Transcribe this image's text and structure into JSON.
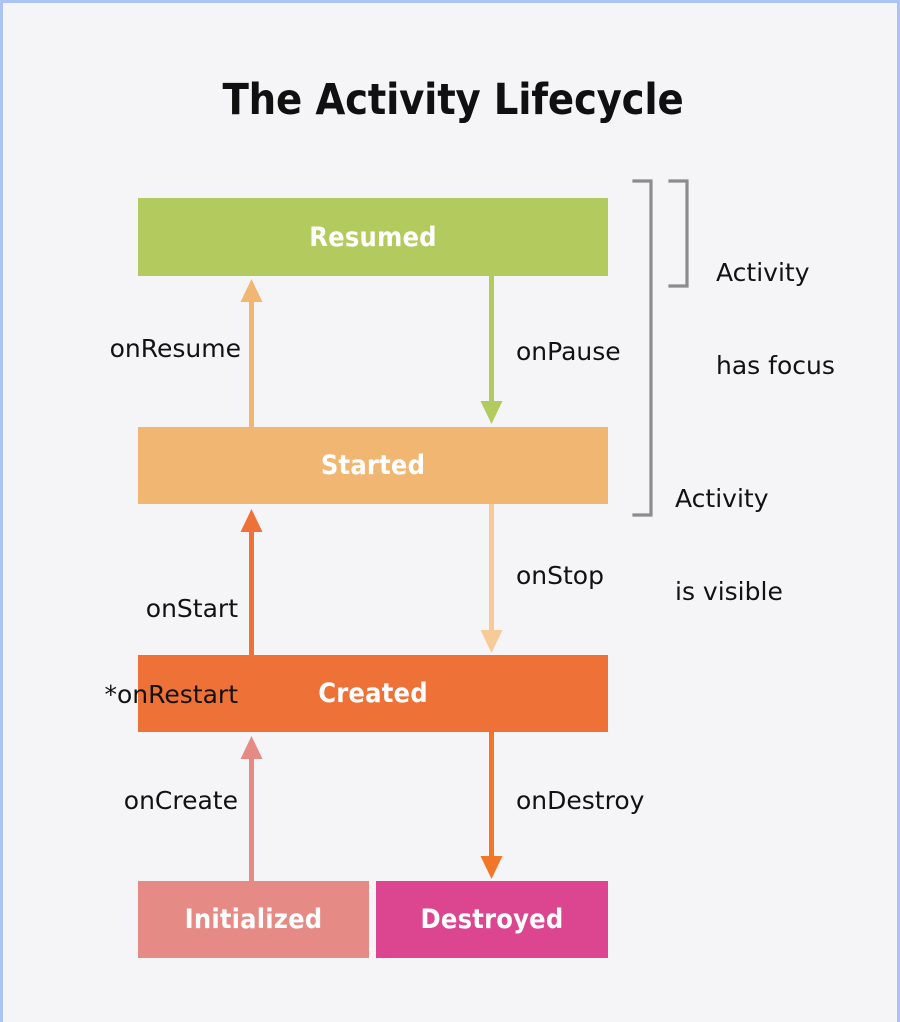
{
  "page": {
    "title": "The Activity Lifecycle",
    "background_color": "#f5f4f7",
    "border_color": "#a9c4f5"
  },
  "diagram": {
    "type": "state-lifecycle-flowchart",
    "states": [
      {
        "id": "resumed",
        "label": "Resumed",
        "color": "#b3cb5e",
        "text_color": "#ffffff"
      },
      {
        "id": "started",
        "label": "Started",
        "color": "#f2b673",
        "text_color": "#ffffff"
      },
      {
        "id": "created",
        "label": "Created",
        "color": "#ee7138",
        "text_color": "#ffffff"
      },
      {
        "id": "initialized",
        "label": "Initialized",
        "color": "#e58a84",
        "text_color": "#ffffff"
      },
      {
        "id": "destroyed",
        "label": "Destroyed",
        "color": "#dc4590",
        "text_color": "#ffffff"
      }
    ],
    "transitions": [
      {
        "id": "onresume",
        "label": "onResume",
        "from": "started",
        "to": "resumed",
        "direction": "up",
        "color": "#f2b673"
      },
      {
        "id": "onpause",
        "label": "onPause",
        "from": "resumed",
        "to": "started",
        "direction": "down",
        "color": "#b3cb5e"
      },
      {
        "id": "onstart",
        "label": "onStart\n*onRestart",
        "from": "created",
        "to": "started",
        "direction": "up",
        "color": "#ee7138"
      },
      {
        "id": "onstop",
        "label": "onStop",
        "from": "started",
        "to": "created",
        "direction": "down",
        "color": "#f7cb95"
      },
      {
        "id": "oncreate",
        "label": "onCreate",
        "from": "initialized",
        "to": "created",
        "direction": "up",
        "color": "#e58a84"
      },
      {
        "id": "ondestroy",
        "label": "onDestroy",
        "from": "created",
        "to": "destroyed",
        "direction": "down",
        "color": "#f2762a"
      }
    ],
    "annotations": [
      {
        "id": "has-focus",
        "label": "Activity\nhas focus",
        "bracket_color": "#8c8c8c",
        "spans": [
          "resumed"
        ]
      },
      {
        "id": "is-visible",
        "label": "Activity\nis visible",
        "bracket_color": "#8c8c8c",
        "spans": [
          "resumed",
          "started"
        ]
      }
    ]
  },
  "labels": {
    "onresume": "onResume",
    "onpause": "onPause",
    "onstart_line1": "onStart",
    "onstart_line2": "*onRestart",
    "onstop": "onStop",
    "oncreate": "onCreate",
    "ondestroy": "onDestroy",
    "focus_line1": "Activity",
    "focus_line2": "has focus",
    "visible_line1": "Activity",
    "visible_line2": "is visible"
  }
}
